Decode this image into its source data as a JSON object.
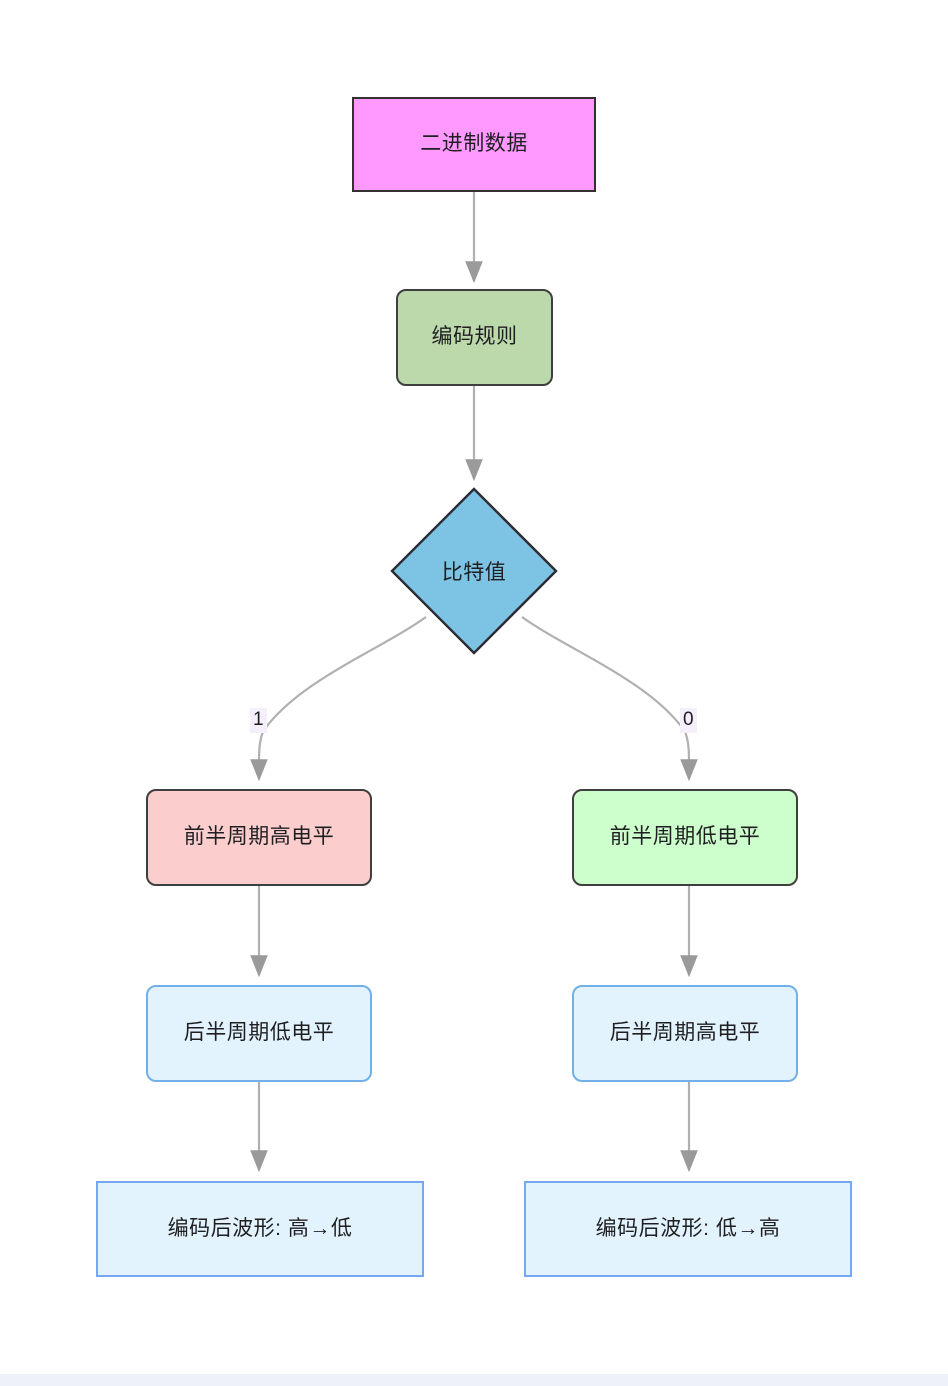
{
  "diagram": {
    "type": "flowchart",
    "direction": "top-down",
    "background_color": "#ffffff",
    "page_background_color": "#eef1f9",
    "edge_color": "#b0b0b0",
    "edge_label_background": "#f5effc",
    "nodes": [
      {
        "id": "n1",
        "label": "二进制数据",
        "shape": "rectangle",
        "fill": "#ff99ff",
        "stroke": "#33302e"
      },
      {
        "id": "n2",
        "label": "编码规则",
        "shape": "rounded-rectangle",
        "fill": "#bcd9ac",
        "stroke": "#3f3f3f"
      },
      {
        "id": "n3",
        "label": "比特值",
        "shape": "diamond",
        "fill": "#7dc3e3",
        "stroke": "#2b2b33"
      },
      {
        "id": "n4",
        "label": "前半周期高电平",
        "shape": "rounded-rectangle",
        "fill": "#fbcdcd",
        "stroke": "#3f3f3f"
      },
      {
        "id": "n5",
        "label": "前半周期低电平",
        "shape": "rounded-rectangle",
        "fill": "#ccffcc",
        "stroke": "#3f3f3f"
      },
      {
        "id": "n6",
        "label": "后半周期低电平",
        "shape": "rounded-rectangle",
        "fill": "#e3f3fd",
        "stroke": "#74b0e8"
      },
      {
        "id": "n7",
        "label": "后半周期高电平",
        "shape": "rounded-rectangle",
        "fill": "#e3f3fd",
        "stroke": "#74b0e8"
      },
      {
        "id": "n8",
        "label": "编码后波形: 高→低",
        "shape": "rectangle",
        "fill": "#e3f3fd",
        "stroke": "#74a8f0"
      },
      {
        "id": "n9",
        "label": "编码后波形: 低→高",
        "shape": "rectangle",
        "fill": "#e3f3fd",
        "stroke": "#74a8f0"
      }
    ],
    "edges": [
      {
        "from": "n1",
        "to": "n2",
        "label": ""
      },
      {
        "from": "n2",
        "to": "n3",
        "label": ""
      },
      {
        "from": "n3",
        "to": "n4",
        "label": "1"
      },
      {
        "from": "n3",
        "to": "n5",
        "label": "0"
      },
      {
        "from": "n4",
        "to": "n6",
        "label": ""
      },
      {
        "from": "n5",
        "to": "n7",
        "label": ""
      },
      {
        "from": "n6",
        "to": "n8",
        "label": ""
      },
      {
        "from": "n7",
        "to": "n9",
        "label": ""
      }
    ],
    "edge_labels": {
      "branch_one": "1",
      "branch_zero": "0"
    }
  }
}
